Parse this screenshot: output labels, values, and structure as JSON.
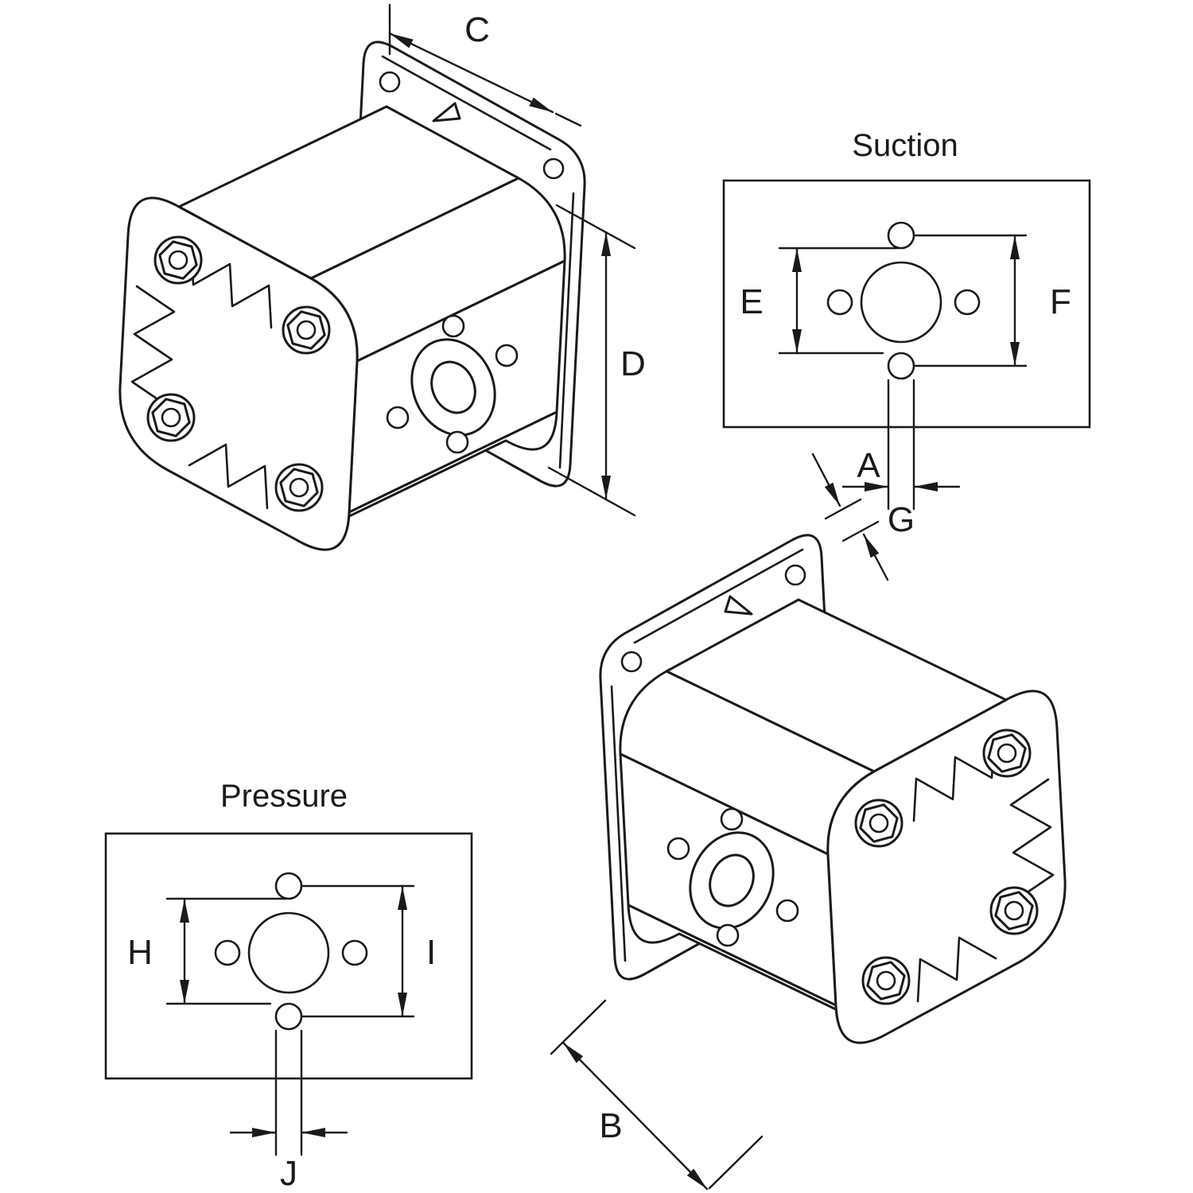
{
  "diagram_type": "hydraulic gear pump dimensional drawing",
  "colors": {
    "background": "#ffffff",
    "line": "#1a1a1a"
  },
  "labels": {
    "A": "A",
    "B": "B",
    "C": "C",
    "D": "D",
    "E": "E",
    "F": "F",
    "G": "G",
    "H": "H",
    "I": "I",
    "J": "J"
  },
  "suction": {
    "title": "Suction",
    "dimension_labels": [
      "E",
      "F",
      "G"
    ]
  },
  "pressure": {
    "title": "Pressure",
    "dimension_labels": [
      "H",
      "I",
      "J"
    ]
  },
  "pump_views": {
    "top_left": {
      "description": "isometric gear pump, mounting flange to rear right",
      "dimension_labels": [
        "C",
        "D"
      ]
    },
    "bottom_right": {
      "description": "isometric gear pump, mirrored view, mounting flange to rear left",
      "dimension_labels": [
        "A",
        "B"
      ]
    }
  }
}
